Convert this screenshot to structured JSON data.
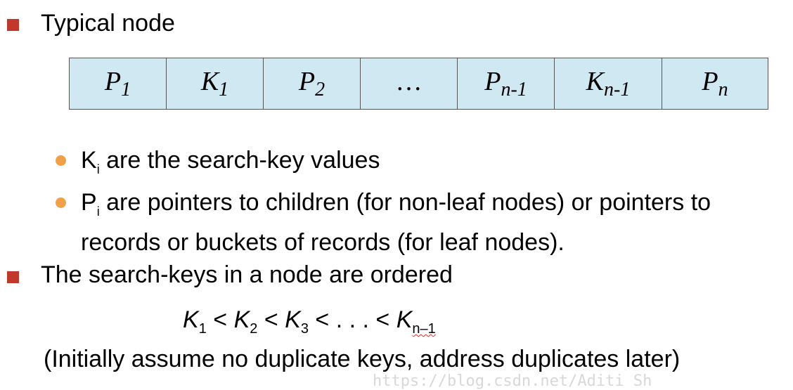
{
  "section1": {
    "heading": "Typical node"
  },
  "node": {
    "cells": [
      {
        "letter": "P",
        "sub": "1"
      },
      {
        "letter": "K",
        "sub": "1"
      },
      {
        "letter": "P",
        "sub": "2"
      },
      {
        "letter": "…",
        "sub": ""
      },
      {
        "letter": "P",
        "sub": "n-1"
      },
      {
        "letter": "K",
        "sub": "n-1"
      },
      {
        "letter": "P",
        "sub": "n"
      }
    ]
  },
  "bullets": [
    {
      "letter": "K",
      "sub": "i",
      "text": " are the search-key values"
    },
    {
      "letter": "P",
      "sub": "i",
      "line1": " are pointers to children (for non-leaf nodes) or pointers to",
      "line2": "records or buckets of records (for leaf nodes)."
    }
  ],
  "section2": {
    "heading": "The search-keys in a node are ordered"
  },
  "formula": {
    "terms": [
      {
        "letter": "K",
        "sub": "1"
      },
      {
        "letter": "K",
        "sub": "2"
      },
      {
        "letter": "K",
        "sub": "3"
      }
    ],
    "op": "<",
    "ellipsis": ". . .",
    "last": {
      "letter": "K",
      "sub": "n–1"
    }
  },
  "note": "(Initially assume no duplicate keys, address duplicates later)",
  "watermark": "https://blog.csdn.net/Aditi Sh"
}
